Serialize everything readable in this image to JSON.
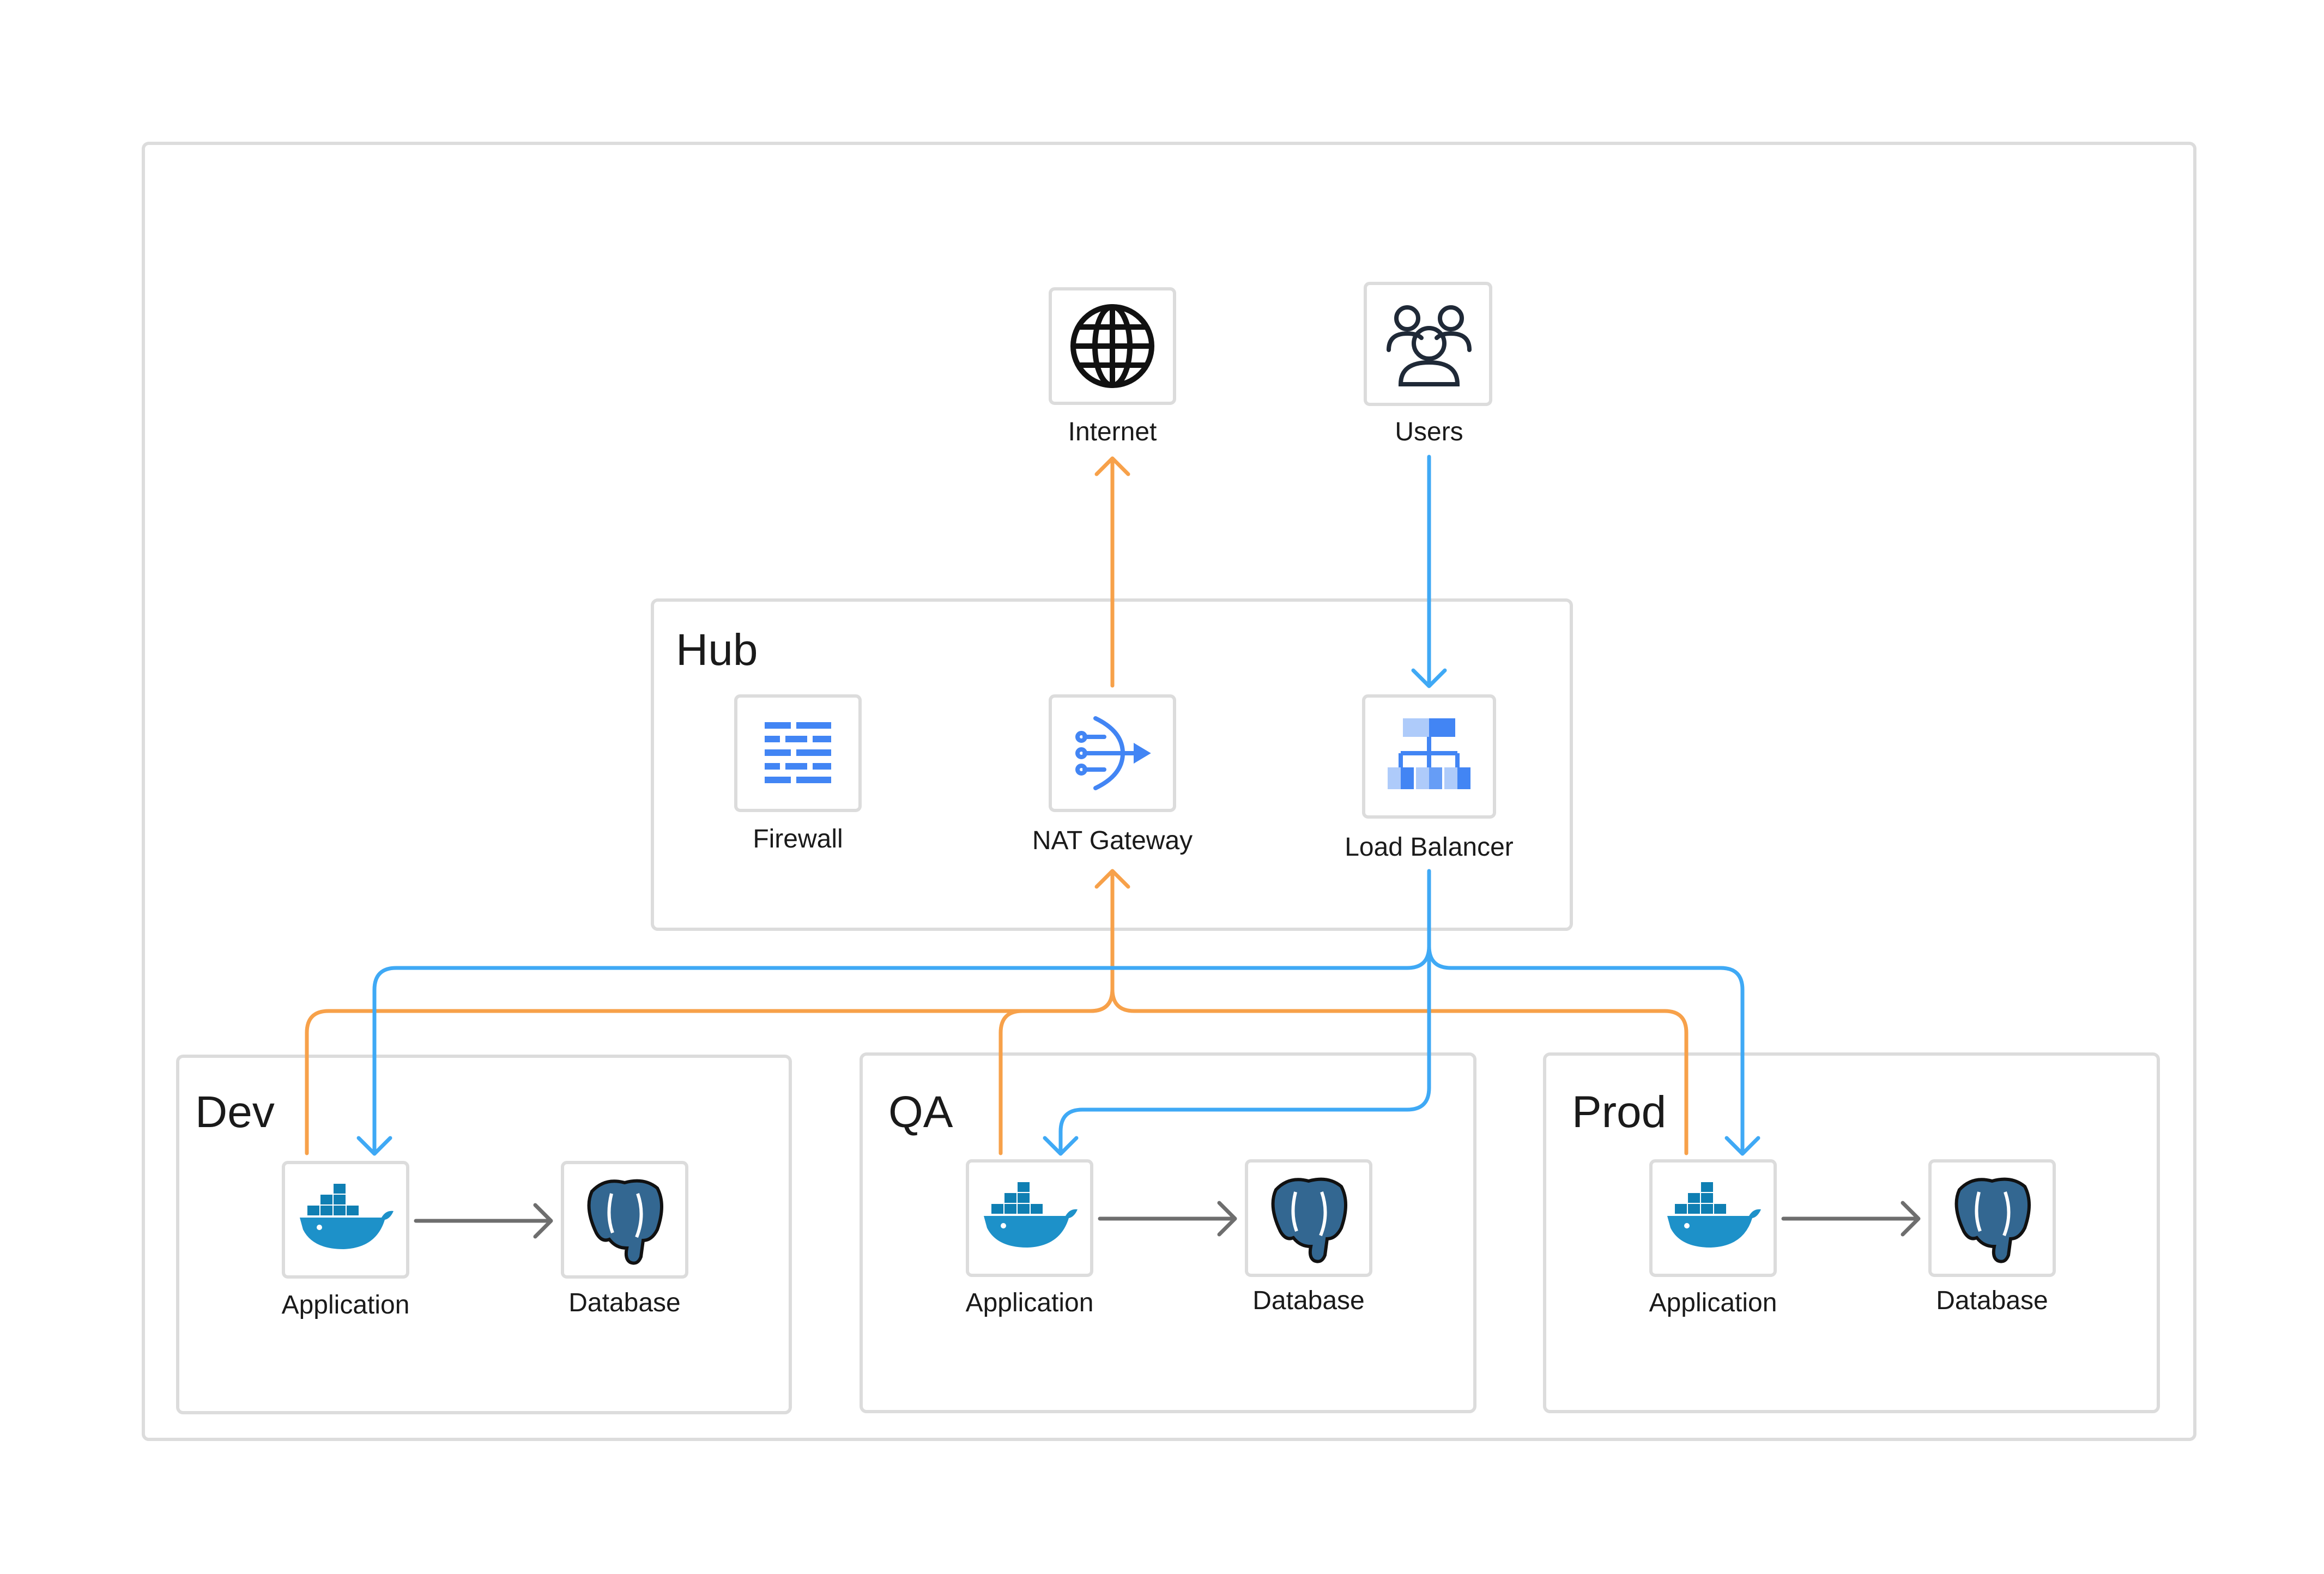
{
  "groups": {
    "hub": "Hub",
    "dev": "Dev",
    "qa": "QA",
    "prod": "Prod"
  },
  "nodes": {
    "internet": {
      "label": "Internet",
      "icon": "globe-icon"
    },
    "users": {
      "label": "Users",
      "icon": "users-icon"
    },
    "firewall": {
      "label": "Firewall",
      "icon": "firewall-icon"
    },
    "nat": {
      "label": "NAT Gateway",
      "icon": "nat-gateway-icon"
    },
    "lb": {
      "label": "Load Balancer",
      "icon": "load-balancer-icon"
    },
    "dev_app": {
      "label": "Application",
      "icon": "docker-icon"
    },
    "dev_db": {
      "label": "Database",
      "icon": "postgresql-icon"
    },
    "qa_app": {
      "label": "Application",
      "icon": "docker-icon"
    },
    "qa_db": {
      "label": "Database",
      "icon": "postgresql-icon"
    },
    "prod_app": {
      "label": "Application",
      "icon": "docker-icon"
    },
    "prod_db": {
      "label": "Database",
      "icon": "postgresql-icon"
    }
  },
  "edges": [
    {
      "from": "nat",
      "to": "internet",
      "kind": "egress"
    },
    {
      "from": "users",
      "to": "lb",
      "kind": "ingress"
    },
    {
      "from": "lb",
      "to": "dev_app",
      "kind": "ingress"
    },
    {
      "from": "lb",
      "to": "qa_app",
      "kind": "ingress"
    },
    {
      "from": "lb",
      "to": "prod_app",
      "kind": "ingress"
    },
    {
      "from": "dev_app",
      "to": "nat",
      "kind": "egress"
    },
    {
      "from": "qa_app",
      "to": "nat",
      "kind": "egress"
    },
    {
      "from": "prod_app",
      "to": "nat",
      "kind": "egress"
    },
    {
      "from": "dev_app",
      "to": "dev_db",
      "kind": "internal"
    },
    {
      "from": "qa_app",
      "to": "qa_db",
      "kind": "internal"
    },
    {
      "from": "prod_app",
      "to": "prod_db",
      "kind": "internal"
    }
  ],
  "colors": {
    "egress": "#f7a14a",
    "ingress": "#3fa9f5",
    "internal": "#6e6e6e",
    "group_border": "#dcdcdc",
    "docker": "#1d91c9",
    "postgres": "#336791",
    "gcp_blue": "#4285f4"
  }
}
